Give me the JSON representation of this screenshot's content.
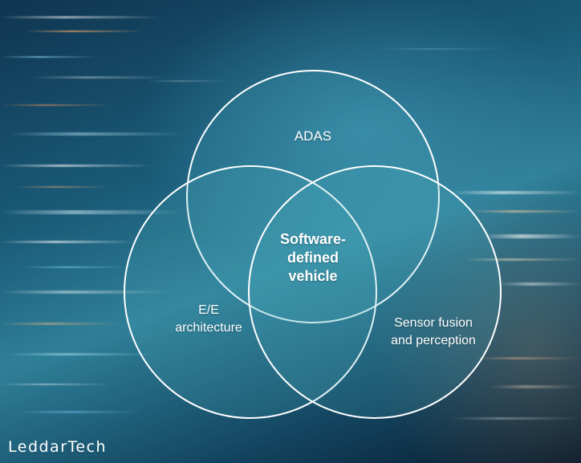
{
  "diagram": {
    "circles": [
      {
        "id": "adas",
        "label": "ADAS"
      },
      {
        "id": "ee",
        "label_lines": [
          "E/E",
          "architecture"
        ]
      },
      {
        "id": "sensor",
        "label_lines": [
          "Sensor fusion",
          "and perception"
        ]
      }
    ],
    "center": {
      "label_lines": [
        "Software-",
        "defined",
        "vehicle"
      ]
    }
  },
  "brand": {
    "logo_text": "LeddarTech"
  },
  "colors": {
    "circle_fill": "#4fb3c4",
    "circle_stroke": "#ffffff",
    "text": "#ffffff"
  }
}
